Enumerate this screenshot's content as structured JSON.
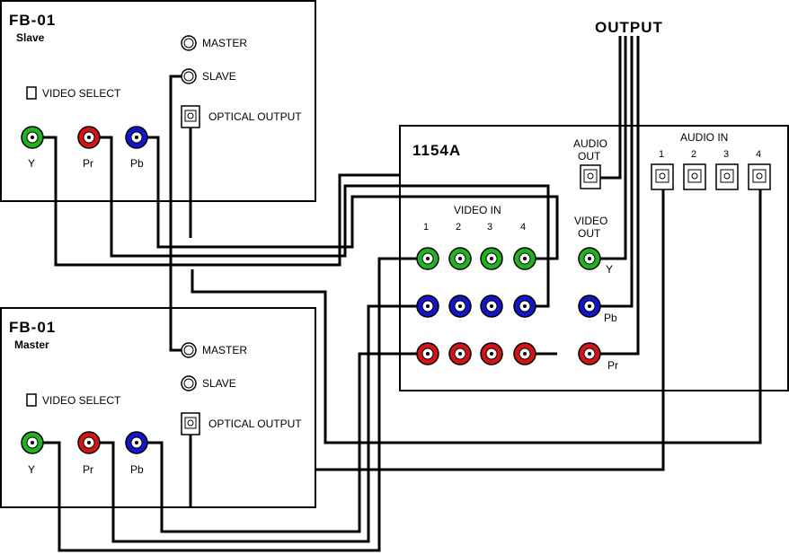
{
  "output_label": "OUTPUT",
  "slave_unit": {
    "title": "FB-01",
    "subtitle": "Slave",
    "video_select": "VIDEO SELECT",
    "master": "MASTER",
    "slave": "SLAVE",
    "optical": "OPTICAL OUTPUT",
    "ports": [
      "Y",
      "Pr",
      "Pb"
    ]
  },
  "master_unit": {
    "title": "FB-01",
    "subtitle": "Master",
    "video_select": "VIDEO SELECT",
    "master": "MASTER",
    "slave": "SLAVE",
    "optical": "OPTICAL OUTPUT",
    "ports": [
      "Y",
      "Pr",
      "Pb"
    ]
  },
  "switcher": {
    "title": "1154A",
    "audio_out_1": "AUDIO",
    "audio_out_2": "OUT",
    "video_out_1": "VIDEO",
    "video_out_2": "OUT",
    "video_in": "VIDEO IN",
    "audio_in": "AUDIO IN",
    "video_in_nums": [
      "1",
      "2",
      "3",
      "4"
    ],
    "audio_in_nums": [
      "1",
      "2",
      "3",
      "4"
    ],
    "out_labels": [
      "Y",
      "Pb",
      "Pr"
    ]
  },
  "colors": {
    "y": "#1fb41f",
    "pb": "#1414c8",
    "pr": "#d21414"
  }
}
